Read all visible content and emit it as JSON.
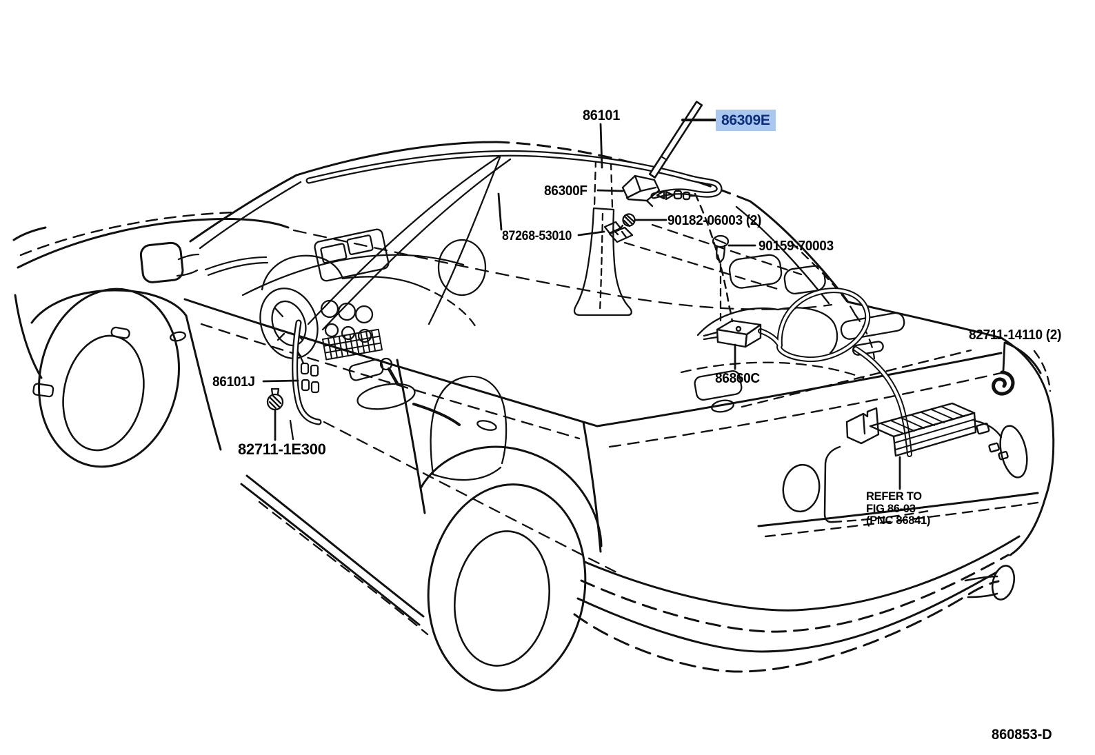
{
  "diagram": {
    "figure_code": "860853-D",
    "selected_part": "86309E",
    "colors": {
      "line": "#111111",
      "background": "#ffffff",
      "highlight_bg": "#a9c7ef",
      "highlight_text": "#0d2d7a"
    },
    "labels": {
      "harness_roof": "86101",
      "antenna_mast": "86309E",
      "antenna_base": "86300F",
      "clip": "87268-53010",
      "screw_washer": "90182-06003 (2)",
      "screw_tapping": "90159-70003",
      "hook": "82711-14110 (2)",
      "connector": "86860C",
      "harness_instrument": "86101J",
      "grommet": "82711-1E300"
    },
    "note": {
      "line1": "REFER TO",
      "line2": "FIG 86-03",
      "line3": "(PNC 86841)"
    }
  }
}
